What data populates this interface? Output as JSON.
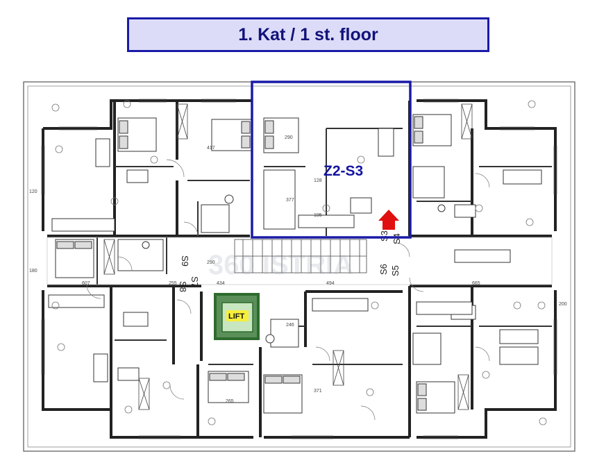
{
  "header": {
    "title": "1. Kat / 1 st. floor"
  },
  "plan": {
    "unit_label": "Z2-S3",
    "lift_label": "LIFT",
    "watermark": "360 ISTRIA",
    "stair_labels": [
      "S9",
      "S8",
      "S7",
      "S3",
      "S4",
      "S6",
      "S5"
    ],
    "dimensions": [
      "607",
      "434",
      "494",
      "665",
      "290",
      "246",
      "371",
      "265",
      "417",
      "290",
      "128",
      "195",
      "180",
      "120",
      "200",
      "255",
      "377"
    ],
    "highlight_color": "#1a1aa8",
    "lift_color": "#2e6b2e",
    "arrow_color": "#e01010"
  }
}
